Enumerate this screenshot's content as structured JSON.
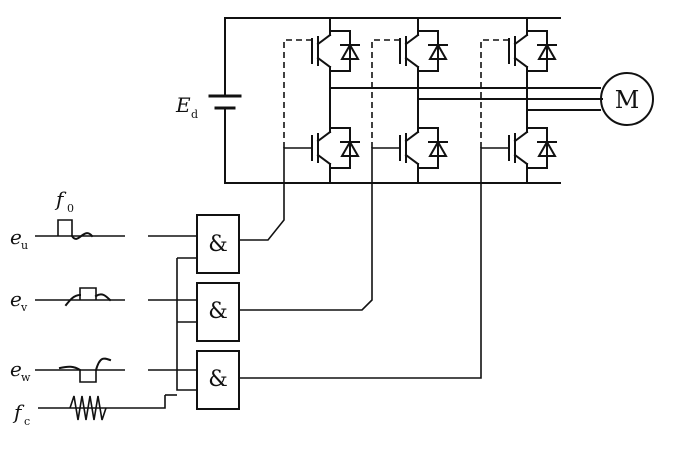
{
  "source": {
    "label": "E",
    "subscript": "d"
  },
  "motor": {
    "label": "M"
  },
  "gates": [
    {
      "label": "&"
    },
    {
      "label": "&"
    },
    {
      "label": "&"
    }
  ],
  "signals": [
    {
      "label": "e",
      "subscript": "u"
    },
    {
      "label": "e",
      "subscript": "v"
    },
    {
      "label": "e",
      "subscript": "w"
    },
    {
      "label": "f",
      "subscript": "c"
    }
  ],
  "reference": {
    "label": "f",
    "subscript": "0"
  }
}
